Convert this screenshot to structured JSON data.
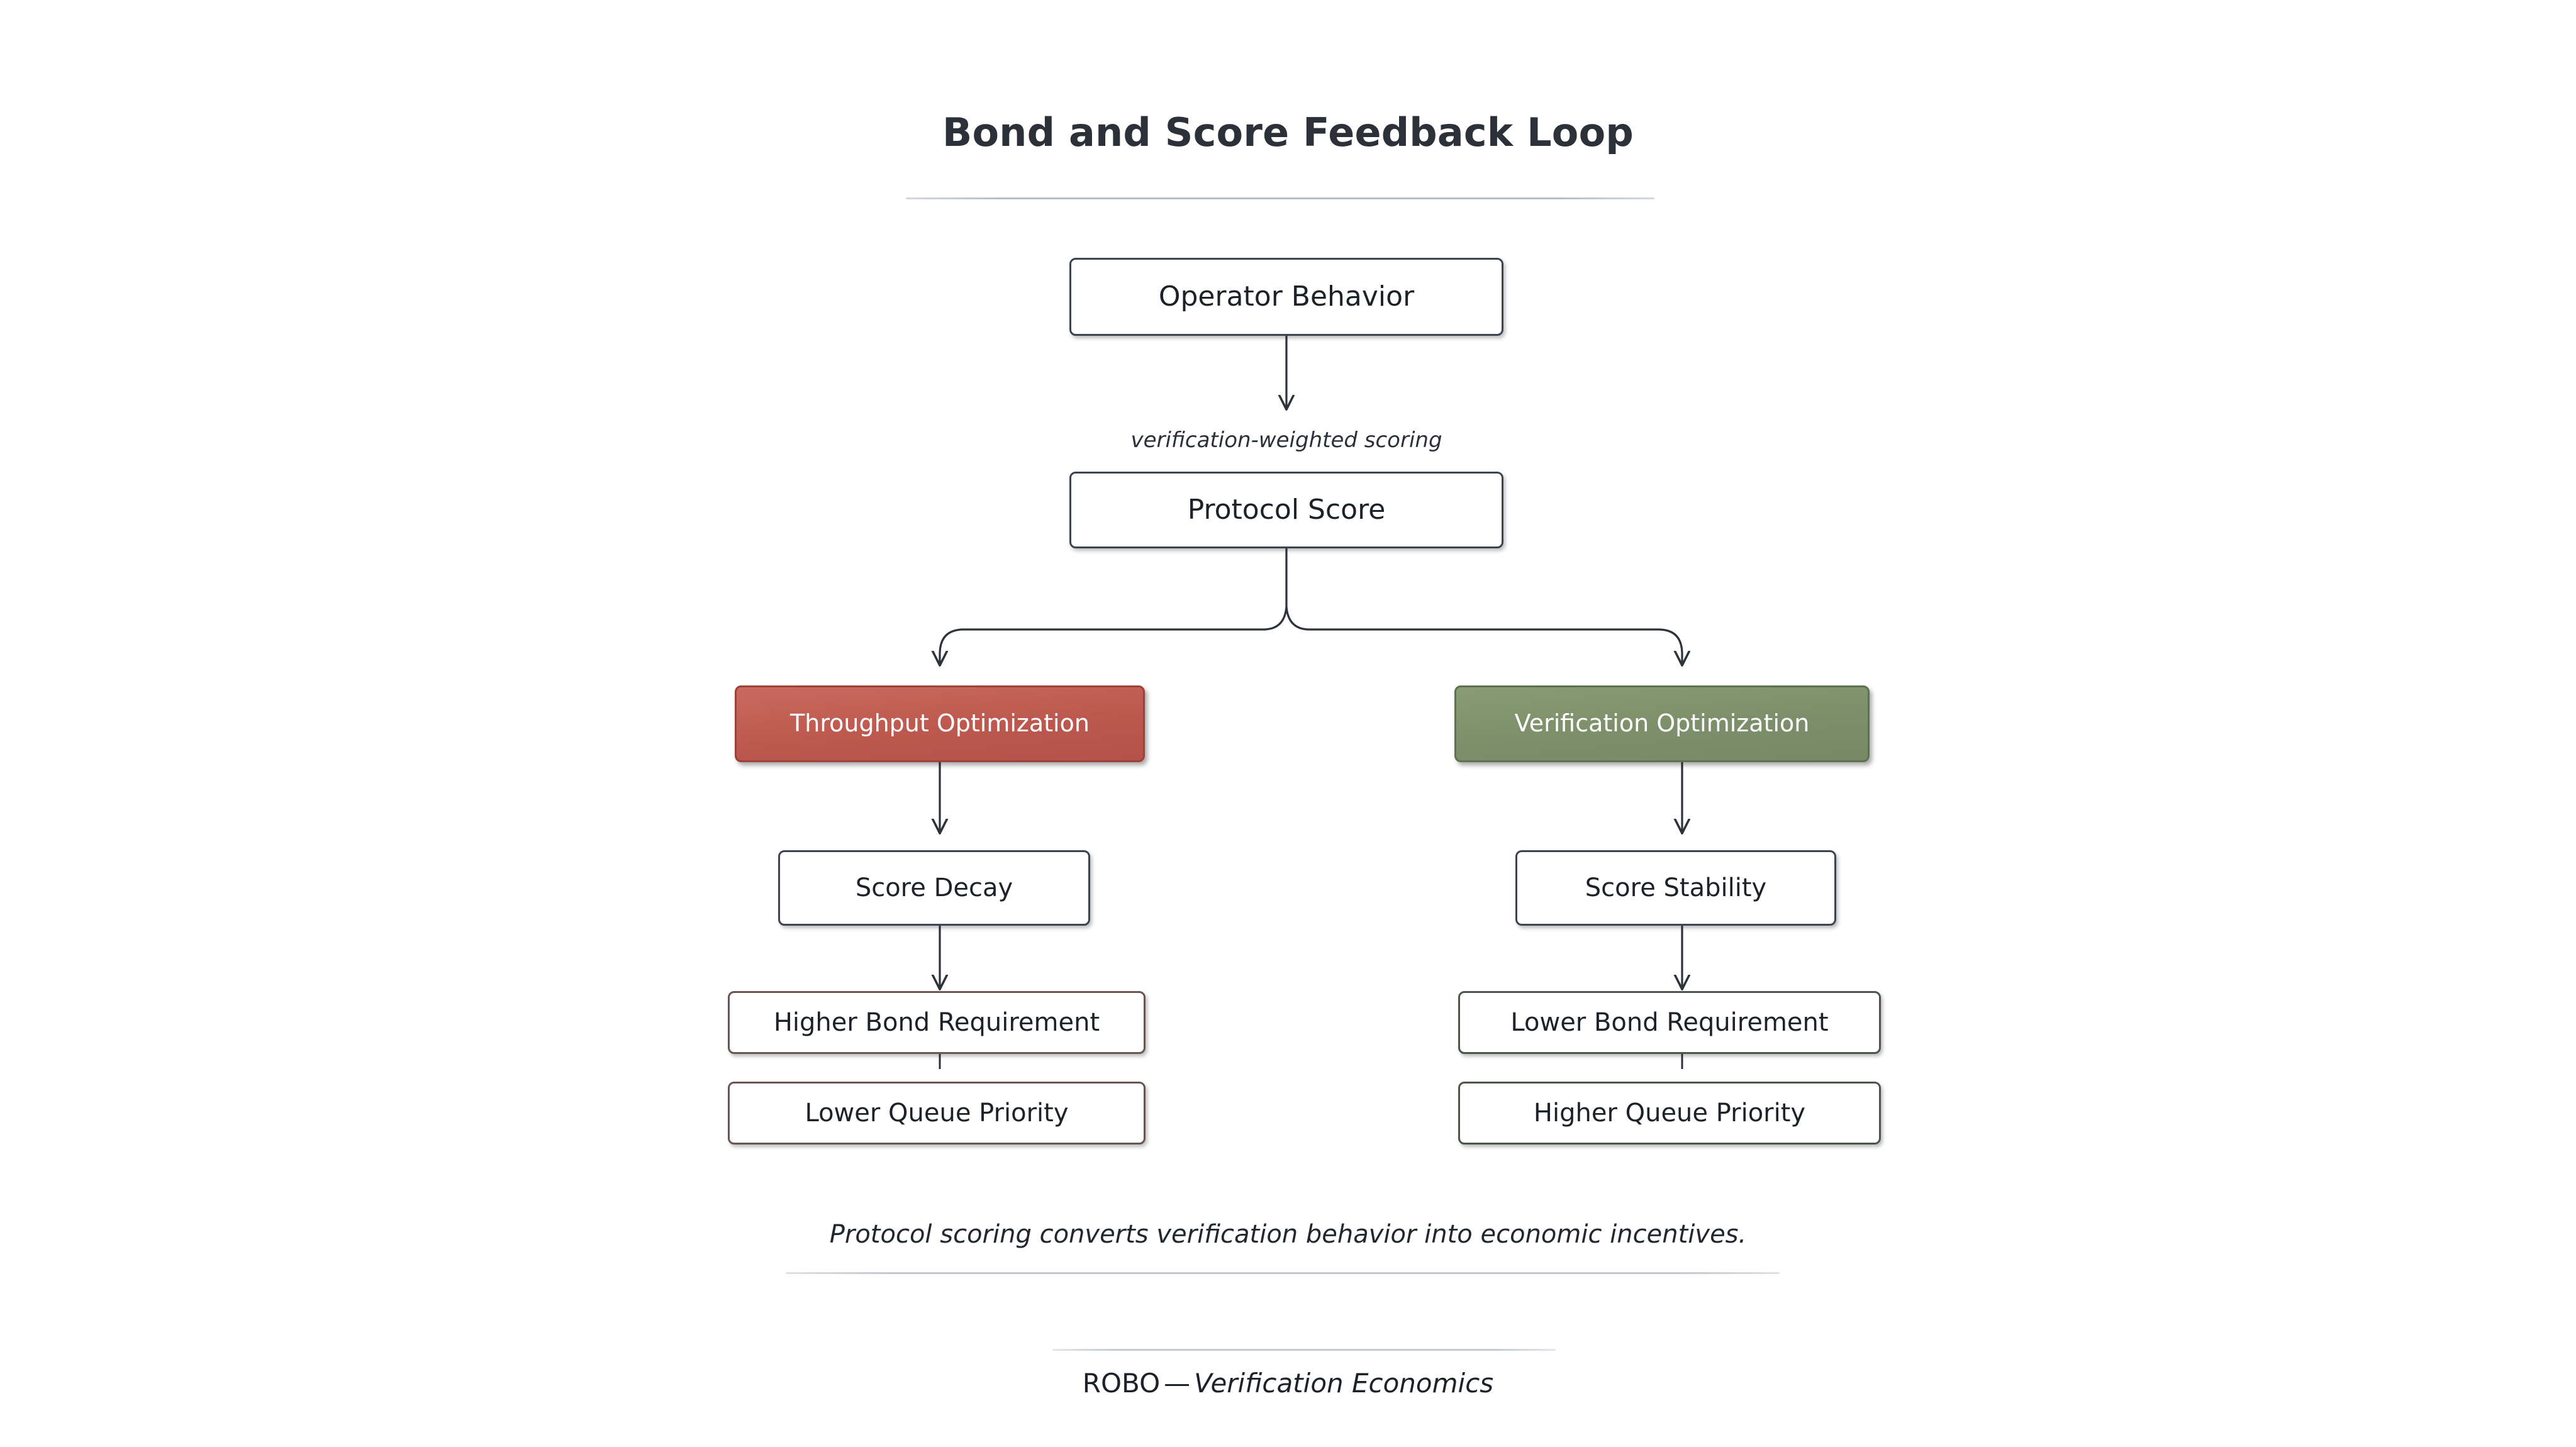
{
  "title": "Bond and Score Feedback Loop",
  "nodes": {
    "operator_behavior": "Operator Behavior",
    "protocol_score": "Protocol Score",
    "throughput_optimization": "Throughput Optimization",
    "verification_optimization": "Verification Optimization",
    "score_decay": "Score Decay",
    "score_stability": "Score Stability",
    "higher_bond_requirement": "Higher Bond Requirement",
    "lower_bond_requirement": "Lower Bond Requirement",
    "lower_queue_priority": "Lower Queue Priority",
    "higher_queue_priority": "Higher Queue Priority"
  },
  "edges": {
    "scoring_label": "verification-weighted scoring"
  },
  "caption": "Protocol scoring converts verification behavior into economic incentives.",
  "footer": {
    "brand": "ROBO",
    "dash": "—",
    "subtitle": "Verification Economics"
  },
  "colors": {
    "background": "#ffffff",
    "title_text": "#2b3039",
    "node_border": "#3d4450",
    "node_fill": "#ffffff",
    "accent_red": "#bd584e",
    "accent_green": "#7d8f6a",
    "border_brown": "#6b5550",
    "border_olive": "#4d5549",
    "connector": "#2d323b",
    "rule": "#c4c9cf"
  }
}
